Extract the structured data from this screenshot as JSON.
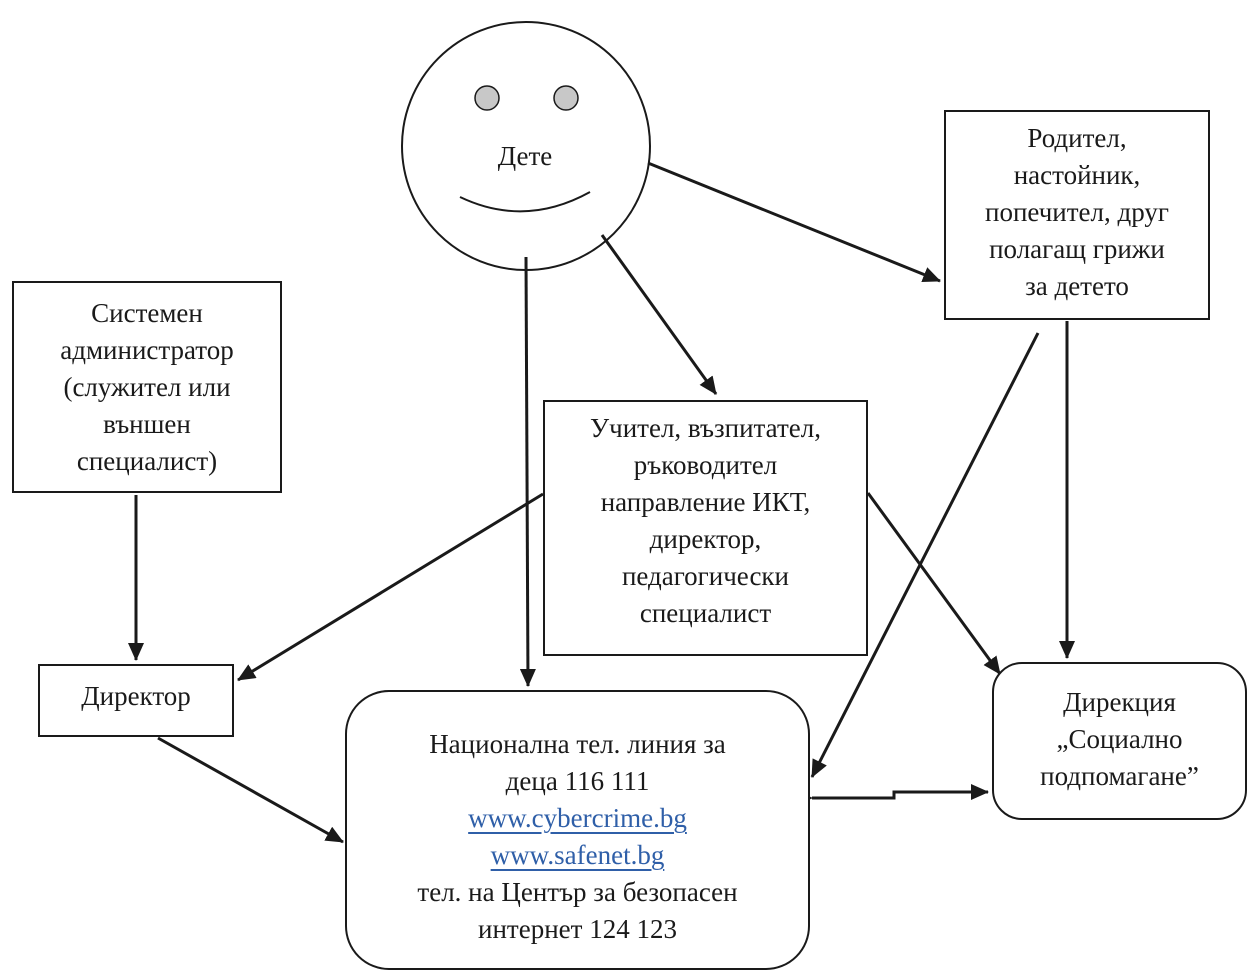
{
  "diagram": {
    "child": {
      "label": "Дете"
    },
    "system_admin": {
      "lines": [
        "Системен",
        "администратор",
        "(служител или",
        "външен",
        "специалист)"
      ]
    },
    "director": {
      "label": "Директор"
    },
    "teacher": {
      "lines": [
        "Учител, възпитател,",
        "ръководител",
        "направление ИКТ,",
        "директор,",
        "педагогически",
        "специалист"
      ]
    },
    "parent": {
      "lines": [
        "Родител,",
        "настойник,",
        "попечител, друг",
        "полагащ грижи",
        "за детето"
      ]
    },
    "helpline": {
      "line1": "Национална тел. линия за",
      "line2": "деца 116 111",
      "link1": "www.cybercrime.bg",
      "link2": "www.safenet.bg",
      "line3": "тел. на Център за безопасен",
      "line4": "интернет 124 123"
    },
    "social": {
      "lines": [
        "Дирекция",
        "„Социално",
        "подпомагане”"
      ]
    }
  },
  "colors": {
    "stroke": "#1a1a1a",
    "face_eye": "#c8c8c8",
    "link": "#2f5fa8"
  }
}
